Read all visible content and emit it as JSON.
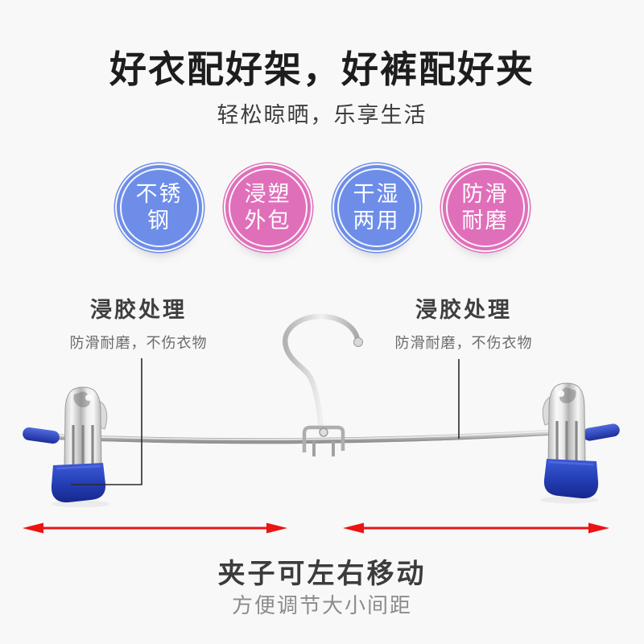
{
  "header": {
    "title": "好衣配好架，好裤配好夹",
    "subtitle": "轻松晾晒，乐享生活"
  },
  "badges": [
    {
      "line1": "不锈",
      "line2": "钢",
      "color": "#6d8de9"
    },
    {
      "line1": "浸塑",
      "line2": "外包",
      "color": "#e06fba"
    },
    {
      "line1": "干湿",
      "line2": "两用",
      "color": "#6d8de9"
    },
    {
      "line1": "防滑",
      "line2": "耐磨",
      "color": "#e06fba"
    }
  ],
  "callouts": {
    "left": {
      "title": "浸胶处理",
      "subtitle": "防滑耐磨，不伤衣物"
    },
    "right": {
      "title": "浸胶处理",
      "subtitle": "防滑耐磨，不伤衣物"
    }
  },
  "product": {
    "colors": {
      "clip_rubber_blue": "#2440b4",
      "metal_silver": "#c9c9c9",
      "callout_line": "#2b2b2b"
    }
  },
  "footer": {
    "title": "夹子可左右移动",
    "subtitle": "方便调节大小间距",
    "arrow_color": "#ec1313"
  }
}
